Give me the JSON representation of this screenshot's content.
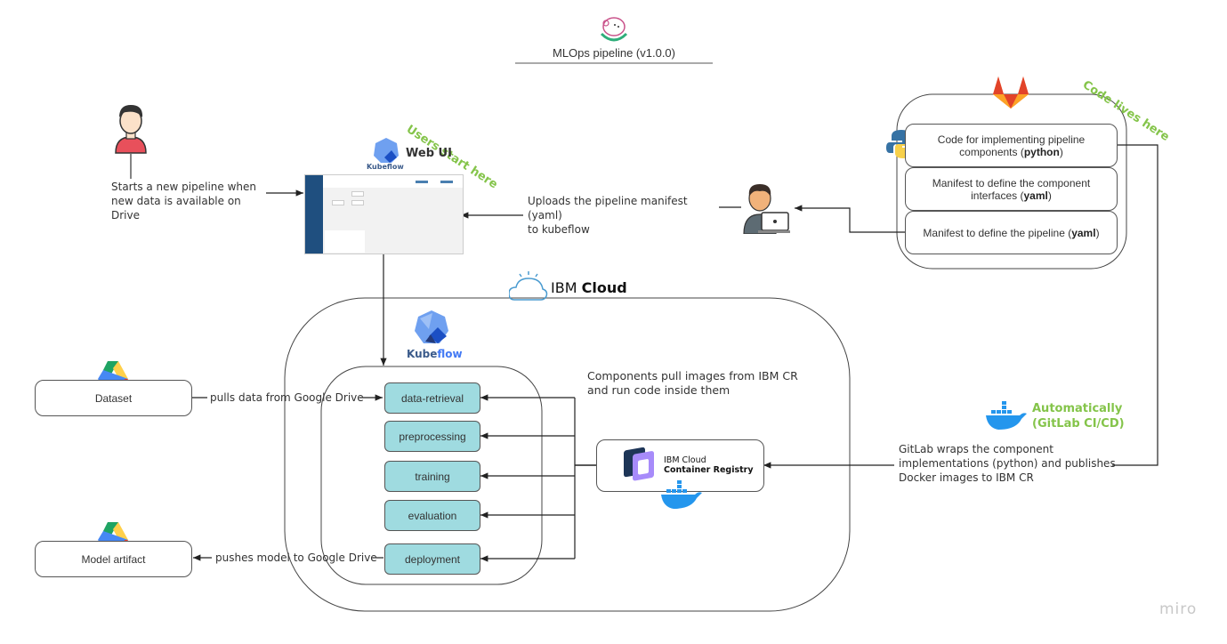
{
  "title": "MLOps pipeline (v1.0.0)",
  "watermark": "miro",
  "annotations": {
    "users_start": "Users start here",
    "code_lives": "Code lives here",
    "automatic_line1": "Automatically",
    "automatic_line2": "(GitLab CI/CD)"
  },
  "user": {
    "caption_line1": "Starts a new pipeline when",
    "caption_line2": "new data is available on Drive"
  },
  "webui": {
    "logo_text": "Kubeflow",
    "label": "Web UI"
  },
  "upload": {
    "line1": "Uploads the pipeline manifest (yaml)",
    "line2": "to kubeflow"
  },
  "gitlab": {
    "items": [
      {
        "pre": "Code for implementing pipeline",
        "line2_pre": "components (",
        "bold": "python",
        "post": ")"
      },
      {
        "pre": "Manifest to define the component",
        "line2_pre": "interfaces (",
        "bold": "yaml",
        "post": ")"
      },
      {
        "pre": "",
        "line2_pre": "Manifest to define the pipeline (",
        "bold": "yaml",
        "post": ")"
      }
    ]
  },
  "ibm_cloud": {
    "ibm": "IBM",
    "cloud": "Cloud"
  },
  "kubeflow": {
    "logo_text_a": "Kube",
    "logo_text_b": "flow",
    "components": [
      "data-retrieval",
      "preprocessing",
      "training",
      "evaluation",
      "deployment"
    ]
  },
  "registry": {
    "line1": "IBM Cloud",
    "line2": "Container Registry",
    "note_line1": "Components pull images from IBM CR",
    "note_line2": "and run code inside them"
  },
  "cicd": {
    "line1": "GitLab wraps the component",
    "line2": "implementations (python) and publishes",
    "line3": "Docker images to IBM CR"
  },
  "drive": {
    "dataset": "Dataset",
    "model": "Model artifact",
    "pull_label": "pulls data from Google Drive",
    "push_label": "pushes model to Google Drive"
  },
  "colors": {
    "component_fill": "#9fdbe0",
    "accent_green": "#84c44a",
    "kubeflow_blue": "#4279f4",
    "docker_blue": "#2496ed"
  }
}
